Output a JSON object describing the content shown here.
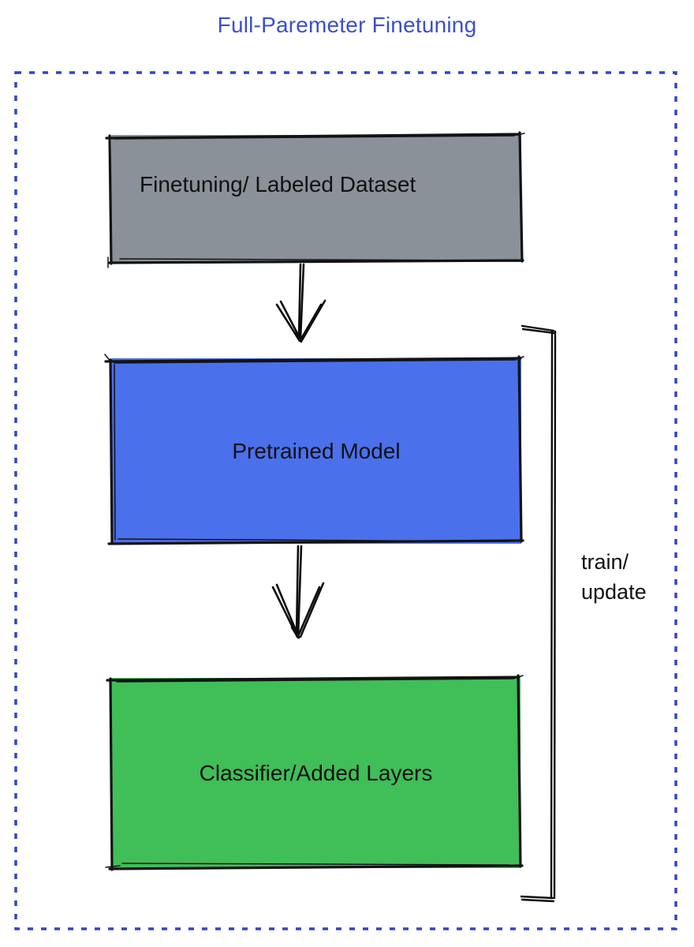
{
  "title": {
    "text": "Full-Paremeter Finetuning",
    "color": "#3B4FD0"
  },
  "frame": {
    "style": "dotted",
    "border_color": "#3243C8"
  },
  "flow": {
    "boxes": [
      {
        "id": "finetuning-dataset",
        "label": "Finetuning/ Labeled Dataset",
        "fill": "#8A9199",
        "text_color": "#111111"
      },
      {
        "id": "pretrained-model",
        "label": "Pretrained Model",
        "fill": "#4B70EC",
        "text_color": "#111111"
      },
      {
        "id": "classifier-added-layers",
        "label": "Classifier/Added Layers",
        "fill": "#40BE58",
        "text_color": "#111111"
      }
    ],
    "connectors": [
      {
        "id": "arrow-dataset-to-pretrained",
        "type": "down-arrow"
      },
      {
        "id": "arrow-pretrained-to-classifier",
        "type": "down-arrow"
      }
    ],
    "bracket_label": {
      "line1": "train/",
      "line2": "update"
    }
  }
}
